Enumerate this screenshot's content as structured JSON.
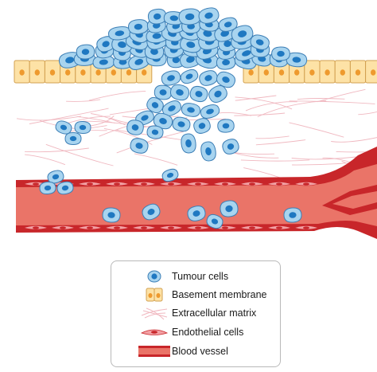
{
  "figure": {
    "colors": {
      "tumour_fill": "#a8d4ef",
      "tumour_stroke": "#3d7fb6",
      "tumour_nucleus": "#1f78c1",
      "membrane_fill": "#fde2a6",
      "membrane_stroke": "#d2a050",
      "membrane_nucleus": "#ee9a2e",
      "matrix_fiber": "#f0b8c0",
      "vessel_red": "#c8262a",
      "vessel_lumen": "#ea7468",
      "endothelial": "#f2a1a4"
    }
  },
  "legend": {
    "items": [
      {
        "id": "tumour",
        "label": "Tumour cells",
        "icon": "tumour-cell-icon"
      },
      {
        "id": "membrane",
        "label": "Basement membrane",
        "icon": "basement-membrane-icon"
      },
      {
        "id": "matrix",
        "label": "Extracellular matrix",
        "icon": "extracellular-matrix-icon"
      },
      {
        "id": "endothelial",
        "label": "Endothelial cells",
        "icon": "endothelial-cell-icon"
      },
      {
        "id": "vessel",
        "label": "Blood vessel",
        "icon": "blood-vessel-icon"
      }
    ]
  }
}
